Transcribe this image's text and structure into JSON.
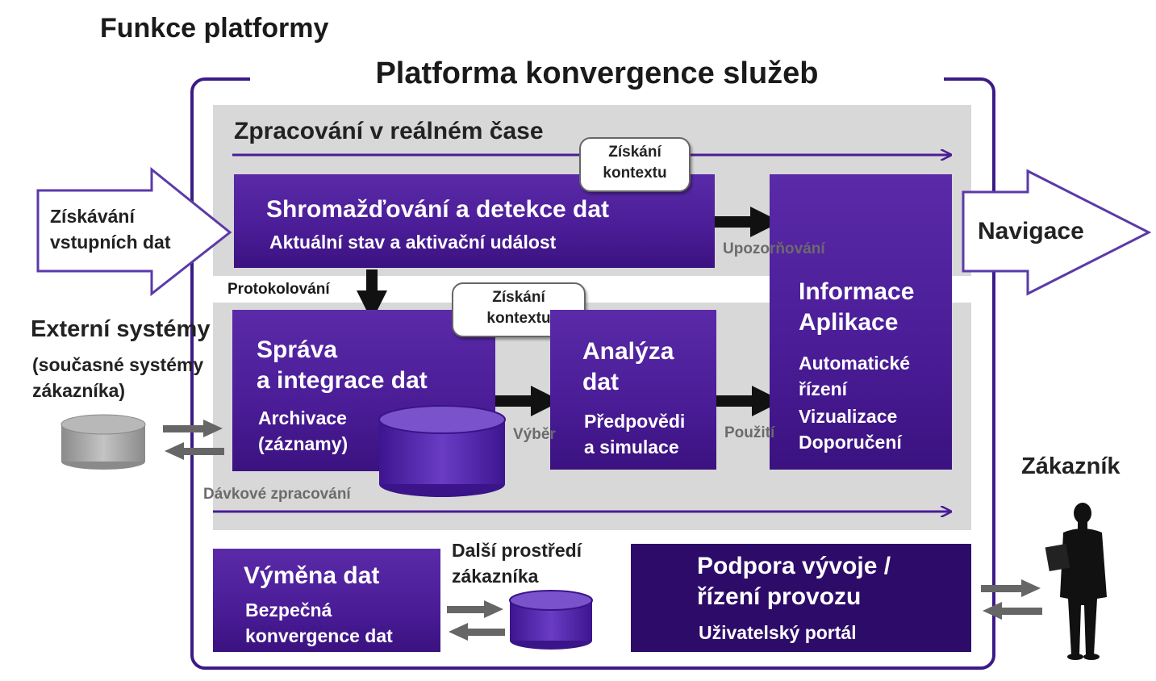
{
  "page_title": "Funkce platformy",
  "platform_title": "Platforma konvergence služeb",
  "realtime_label": "Zpracování v reálném čase",
  "batch_label": "Dávkové zpracování",
  "input_arrow": {
    "line1": "Získávání",
    "line2": "vstupních dat"
  },
  "output_arrow": {
    "label": "Navigace"
  },
  "context_bubble_top": {
    "line1": "Získání",
    "line2": "kontextu"
  },
  "context_bubble_mid": {
    "line1": "Získání",
    "line2": "kontextu"
  },
  "collection_box": {
    "title": "Shromažďování a detekce dat",
    "subtitle": "Aktuální stav a aktivační událost"
  },
  "management_box": {
    "title_line1": "Správa",
    "title_line2": "a integrace dat",
    "sub_line1": "Archivace",
    "sub_line2": "(záznamy)"
  },
  "analysis_box": {
    "title_line1": "Analýza",
    "title_line2": "dat",
    "sub_line1": "Předpovědi",
    "sub_line2": "a simulace"
  },
  "info_box": {
    "title_line1": "Informace",
    "title_line2": "Aplikace",
    "items": [
      "Automatické",
      "řízení",
      "Vizualizace",
      "Doporučení"
    ]
  },
  "flow_labels": {
    "logging": "Protokolování",
    "alerting": "Upozorňování",
    "selection": "Výběr",
    "usage": "Použití"
  },
  "external_systems": {
    "line1": "Externí systémy",
    "line2": "(současné systémy",
    "line3": "zákazníka)"
  },
  "exchange_box": {
    "title": "Výměna dat",
    "sub_line1": "Bezpečná",
    "sub_line2": "konvergence dat"
  },
  "other_env": {
    "line1": "Další prostředí",
    "line2": "zákazníka"
  },
  "support_box": {
    "title_line1": "Podpora vývoje /",
    "title_line2": "řízení provozu",
    "subtitle": "Uživatelský portál"
  },
  "customer_label": "Zákazník",
  "colors": {
    "purple": "#4a1c96",
    "dark_purple": "#2d0b68",
    "frame": "#3c1b86",
    "band": "#d8d8d8"
  }
}
